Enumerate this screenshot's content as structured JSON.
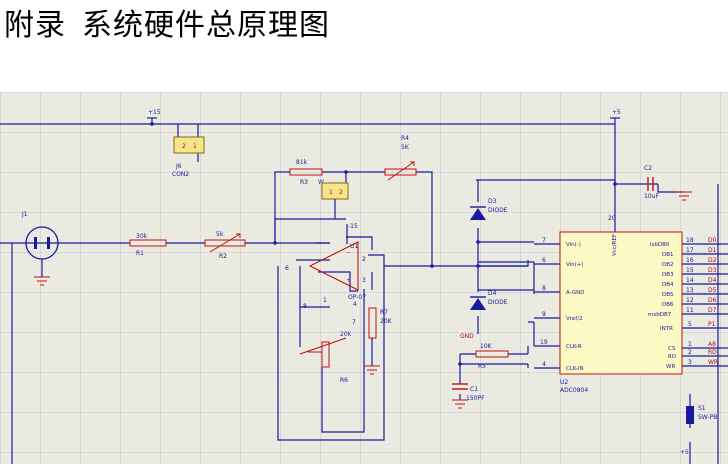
{
  "heading": {
    "part1": "附录",
    "part2": "系统硬件总原理图"
  },
  "colors": {
    "wire": "#1a1aa0",
    "component": "#c01010",
    "grid": "#dcdcf2",
    "panel": "#ecebe0",
    "connector_fill": "#f4e48a",
    "ic_fill": "#fdf9c4",
    "diode_fill": "#1a1aa0"
  },
  "labels": {
    "plus15_top": "+15",
    "plus5_top": "+5",
    "j6_ref": "J6",
    "j6_val": "CON2",
    "j6_pins": [
      "2",
      "1"
    ],
    "j1_ref": "J1",
    "r1_val": "30k",
    "r1_ref": "R1",
    "r2_val": "5k",
    "r2_ref": "R2",
    "r3_val": "81k",
    "r3_ref": "R3",
    "r3_w": "W",
    "r4_ref": "R4",
    "r4_val": "5K",
    "u1_pins": [
      "1",
      "2"
    ],
    "neg15": "-15",
    "u1_ref": "U1",
    "u1_val": "OP-07",
    "op_minus": "−",
    "op_plus": "+",
    "pin6": "6",
    "pin2": "2",
    "pin3": "3",
    "pin8": "8",
    "pin1": "1",
    "pin4": "4",
    "pin7": "7",
    "r6_val": "20k",
    "r6_ref": "R6",
    "r7_ref": "R7",
    "r7_val": "20K",
    "d3_ref": "D3",
    "d3_val": "DIODE",
    "d4_ref": "D4",
    "d4_val": "DIODE",
    "gnd_text": "GND",
    "r5_val": "10K",
    "r5_ref": "R5",
    "c1_ref": "C1",
    "c1_val": "150PF",
    "c2_ref": "C2",
    "c2_val": "10uF",
    "u2_ref": "U2",
    "u2_val": "ADC0804",
    "u2_vcc": "Vcc/REF",
    "u2_pin20": "20",
    "u2_left_pins": [
      {
        "num": "7",
        "name": "Vin(-)"
      },
      {
        "num": "6",
        "name": "Vin(+)"
      },
      {
        "num": "8",
        "name": "A-GND"
      },
      {
        "num": "9",
        "name": "Vref/2"
      },
      {
        "num": "19",
        "name": "CLK-R"
      },
      {
        "num": "4",
        "name": "CLK-IN"
      }
    ],
    "u2_right_pins": [
      {
        "name": "lsbDB0",
        "num": "18",
        "net": "D0"
      },
      {
        "name": "DB1",
        "num": "17",
        "net": "D1"
      },
      {
        "name": "DB2",
        "num": "16",
        "net": "D2"
      },
      {
        "name": "DB3",
        "num": "15",
        "net": "D3"
      },
      {
        "name": "DB4",
        "num": "14",
        "net": "D4"
      },
      {
        "name": "DB5",
        "num": "13",
        "net": "D5"
      },
      {
        "name": "DB6",
        "num": "12",
        "net": "D6"
      },
      {
        "name": "msbDB7",
        "num": "11",
        "net": "D7"
      },
      {
        "name": "INTR",
        "num": "5",
        "net": "P1"
      },
      {
        "name": "CS",
        "num": "1",
        "net": "A8"
      },
      {
        "name": "RD",
        "num": "2",
        "net": "RD"
      },
      {
        "name": "WR",
        "num": "3",
        "net": "WR"
      }
    ],
    "s1_ref": "S1",
    "s1_val": "SW-PB",
    "plus5_bottom": "+5"
  }
}
